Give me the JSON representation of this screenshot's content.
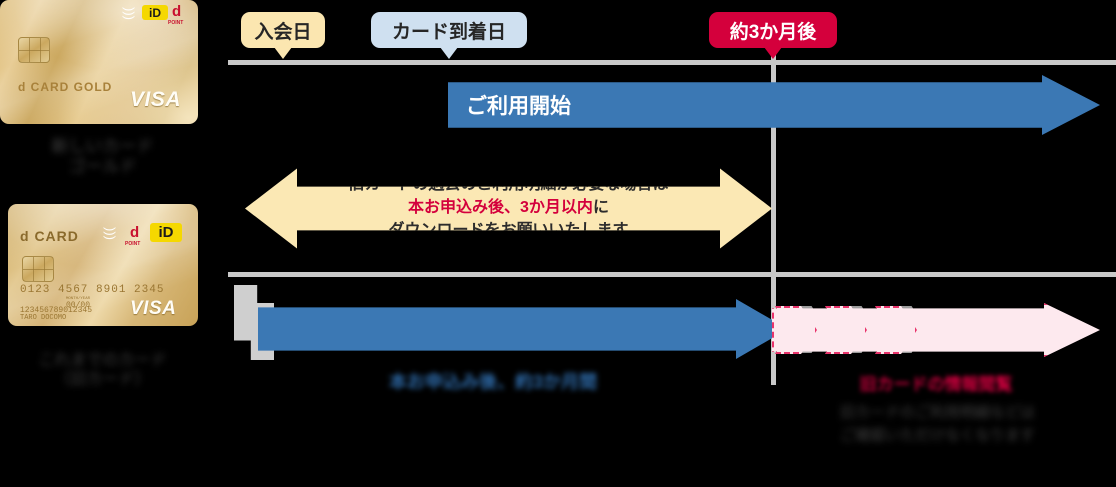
{
  "background_color": "#000000",
  "cards": {
    "top": {
      "brand_text": "d CARD GOLD",
      "network": "VISA",
      "contactless_icon": "contactless-wave-icon",
      "id_mark": "iD",
      "dpoint_mark": "d",
      "dpoint_sub": "POINT",
      "caption_redacted": "新しいカード\nゴールド"
    },
    "bottom": {
      "brand_text": "d CARD",
      "network": "VISA",
      "contactless_icon": "contactless-wave-icon",
      "id_mark": "iD",
      "dpoint_mark": "d",
      "dpoint_sub": "POINT",
      "number": "0123 4567 8901 2345",
      "expiry_label": "MONTH/YEAR",
      "expiry_value": "00/00",
      "sub_number": "123456789012345",
      "holder_name": "TARO DOCOMO",
      "caption_redacted": "これまでのカード\n（旧カード）"
    }
  },
  "timeline": {
    "milestones": [
      {
        "id": "join-date",
        "label": "入会日",
        "color": "#fbe6b0",
        "text_color": "#262626"
      },
      {
        "id": "card-arrival-date",
        "label": "カード到着日",
        "color": "#cfe0f0",
        "text_color": "#262626"
      },
      {
        "id": "about-3-months-later",
        "label": "約3か月後",
        "color": "#d4003c",
        "text_color": "#ffffff"
      }
    ],
    "gridline_color": "#c9c9c9"
  },
  "use_start_arrow": {
    "label": "ご利用開始",
    "color": "#3b78b4",
    "text_color": "#ffffff"
  },
  "notice_box": {
    "color": "#fbe8b4",
    "line1": "旧カードの過去のご利用明細が必要な場合は",
    "line2_highlight": "本お申込み後、3か月以内",
    "line2_suffix": "に",
    "line3": "ダウンロードをお願いいたします",
    "highlight_color": "#d4003c"
  },
  "old_card_period_arrow": {
    "color": "#3b78b4",
    "label_redacted": "本お申込み後、約3か月間"
  },
  "old_card_expired_arrow": {
    "fill_color": "#fde9ee",
    "border_color": "#e8336b",
    "title_redacted": "旧カードの情報閲覧",
    "body_redacted": "旧カードのご利用明細などは\nご確認いただけなくなります"
  }
}
